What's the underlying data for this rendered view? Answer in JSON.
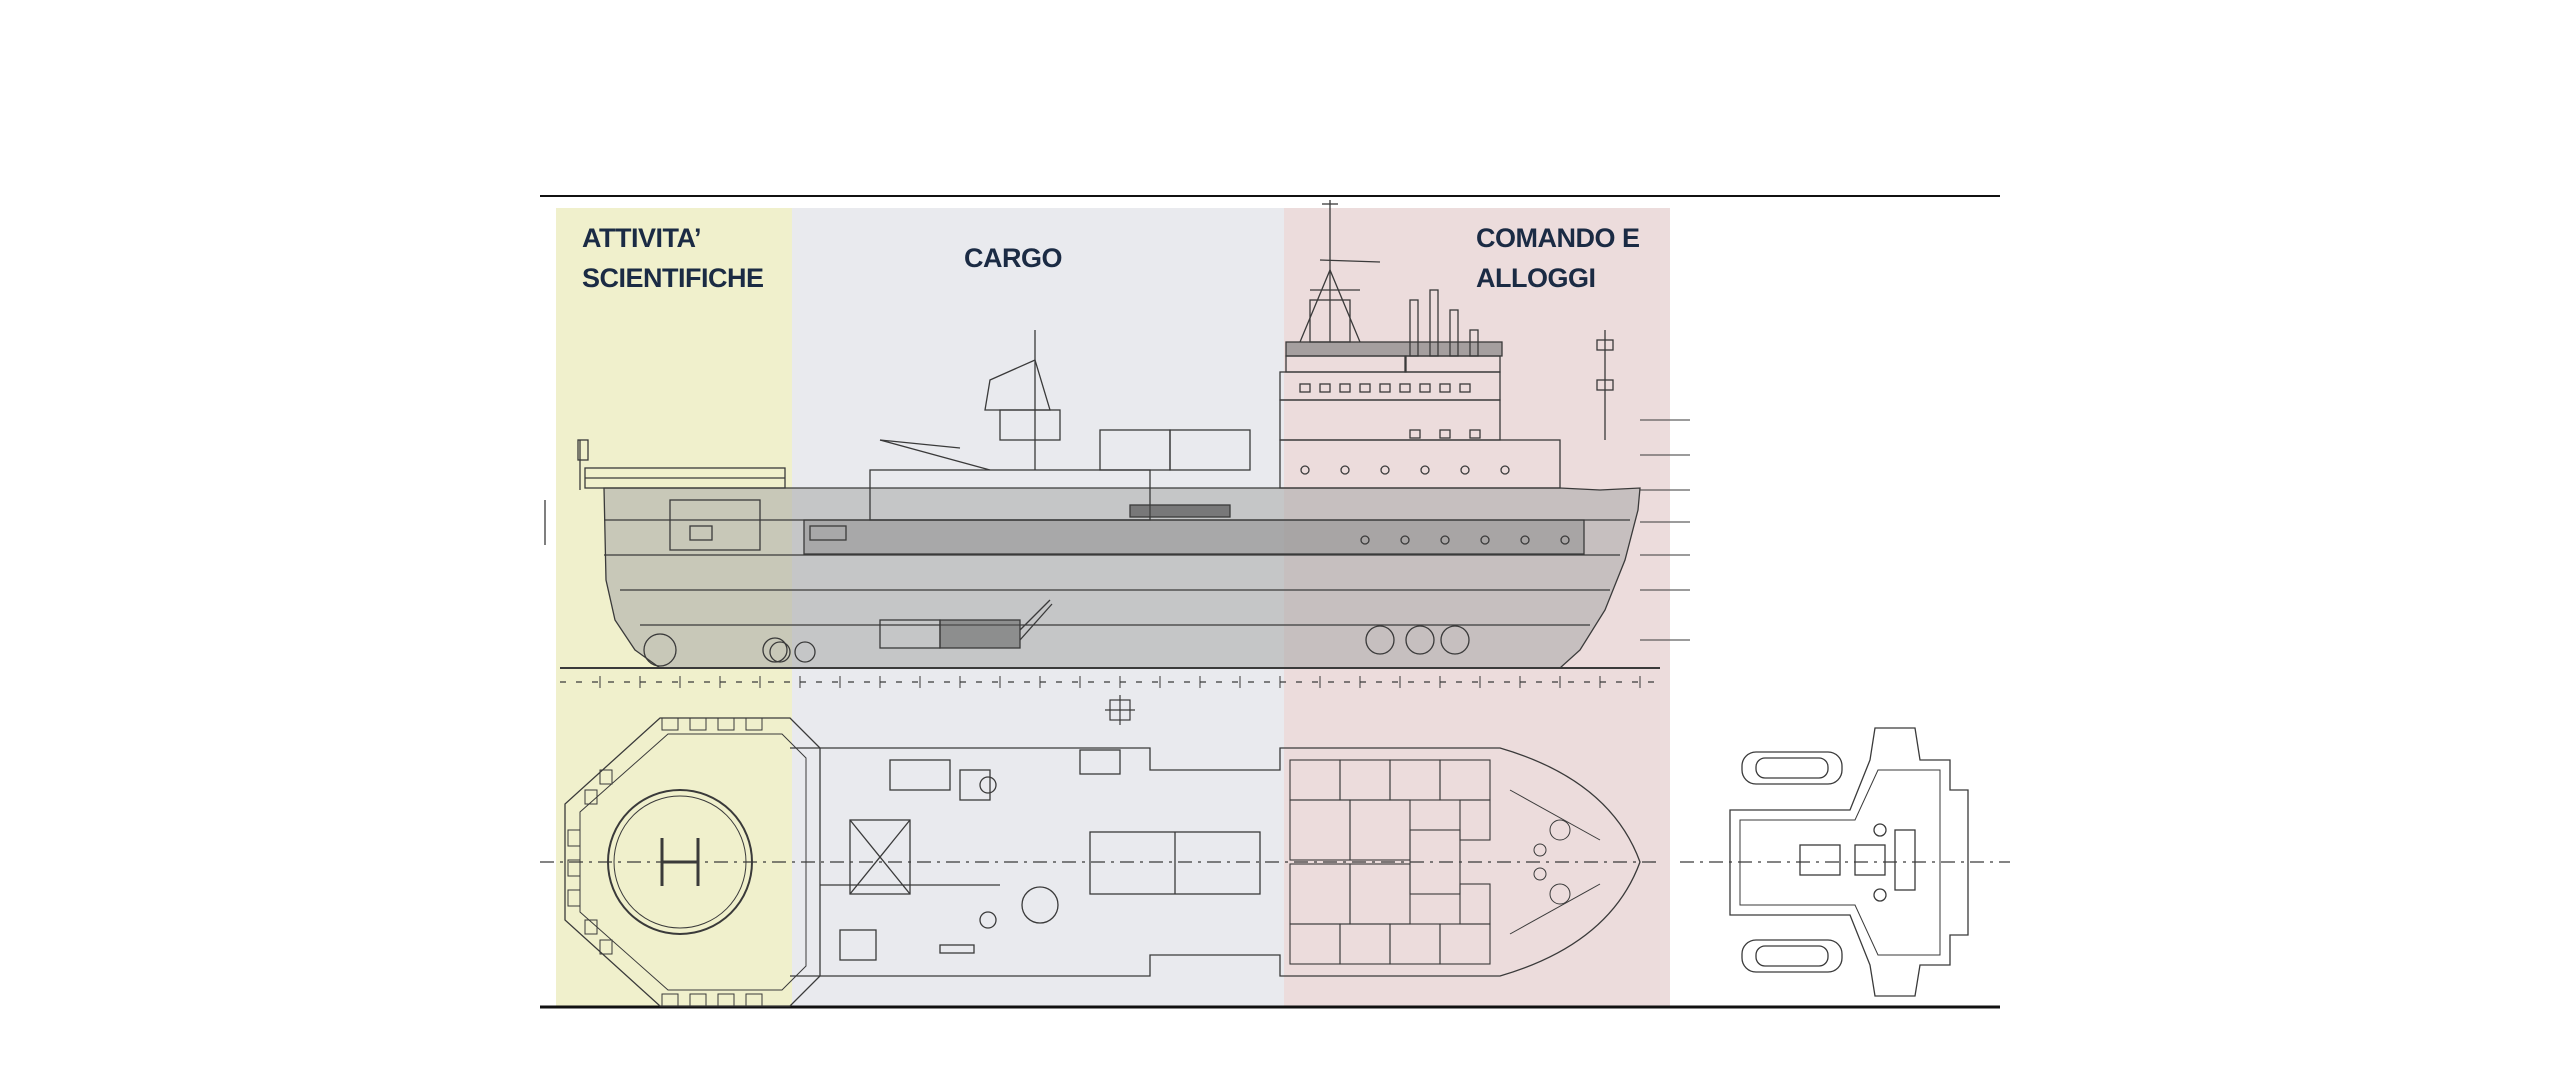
{
  "zones": {
    "scientific": {
      "label_line1": "ATTIVITA’",
      "label_line2": "SCIENTIFICHE"
    },
    "cargo": {
      "label": "CARGO"
    },
    "command": {
      "label_line1": "COMANDO E",
      "label_line2": "ALLOGGI"
    }
  },
  "colors": {
    "scientific_zone": "#f0f0cc",
    "cargo_zone": "#e9eaee",
    "command_zone": "#ecdcdc",
    "label_text": "#1b2b44",
    "drawing_line": "#3a3a3a",
    "hull_fill": "#a8a8a8",
    "rule_line": "#111111"
  },
  "icons": {
    "helipad": "helipad-icon",
    "compass_rose": "compass-rose-icon"
  }
}
